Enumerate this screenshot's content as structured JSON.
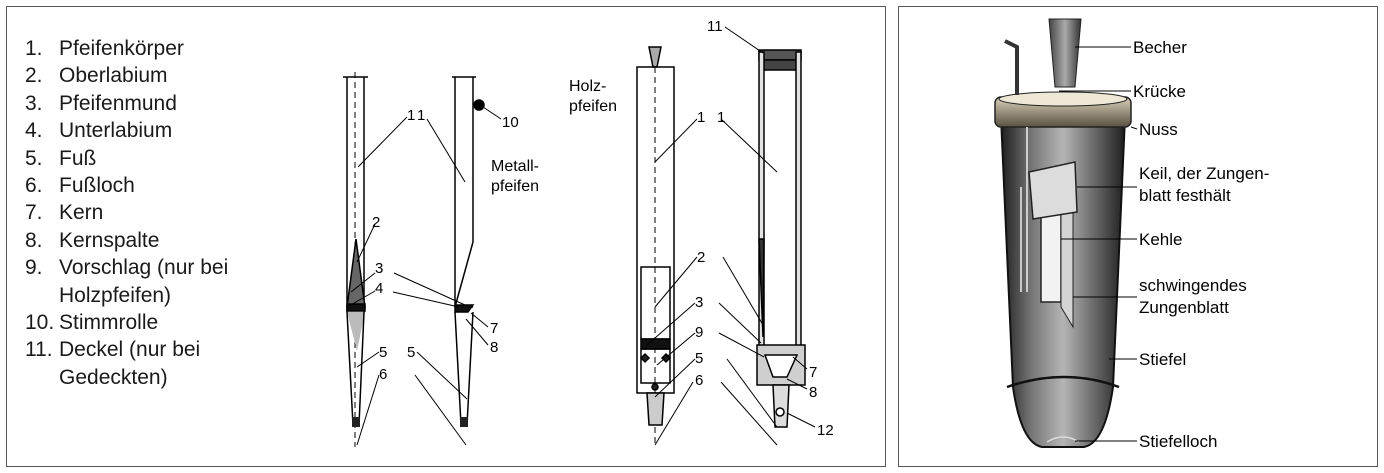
{
  "legend": [
    {
      "num": "1.",
      "text": "Pfeifenkörper"
    },
    {
      "num": "2.",
      "text": "Oberlabium"
    },
    {
      "num": "3.",
      "text": "Pfeifenmund"
    },
    {
      "num": "4.",
      "text": "Unterlabium"
    },
    {
      "num": "5.",
      "text": "Fuß"
    },
    {
      "num": "6.",
      "text": "Fußloch"
    },
    {
      "num": "7.",
      "text": "Kern"
    },
    {
      "num": "8.",
      "text": "Kernspalte"
    },
    {
      "num": "9.",
      "text": "Vorschlag (nur bei Holzpfeifen)"
    },
    {
      "num": "10.",
      "text": "Stimmrolle"
    },
    {
      "num": "11.",
      "text": "Deckel (nur bei Gedeckten)"
    }
  ],
  "metal_group_label": [
    "Metall-",
    "pfeifen"
  ],
  "wood_group_label": [
    "Holz-",
    "pfeifen"
  ],
  "metal_numbers": {
    "n1a": "1",
    "n1b": "1",
    "n2": "2",
    "n3": "3",
    "n4": "4",
    "n5a": "5",
    "n5b": "5",
    "n6": "6",
    "n7": "7",
    "n8": "8",
    "n10": "10"
  },
  "wood_numbers": {
    "n11": "11",
    "n1a": "1",
    "n1b": "1",
    "n2": "2",
    "n3": "3",
    "n9": "9",
    "n5": "5",
    "n6": "6",
    "n7": "7",
    "n8": "8",
    "n12": "12"
  },
  "reed_labels": {
    "becher": "Becher",
    "kruecke": "Krücke",
    "nuss": "Nuss",
    "keil_1": "Keil, der Zungen-",
    "keil_2": "blatt festhält",
    "kehle": "Kehle",
    "zunge_1": "schwingendes",
    "zunge_2": "Zungenblatt",
    "stiefel": "Stiefel",
    "stiefelloch": "Stiefelloch"
  },
  "colors": {
    "border": "#555555",
    "text": "#1a1a1a",
    "wood_fill": "#e3e3e3",
    "reed_dark": "#2b2b2b"
  }
}
